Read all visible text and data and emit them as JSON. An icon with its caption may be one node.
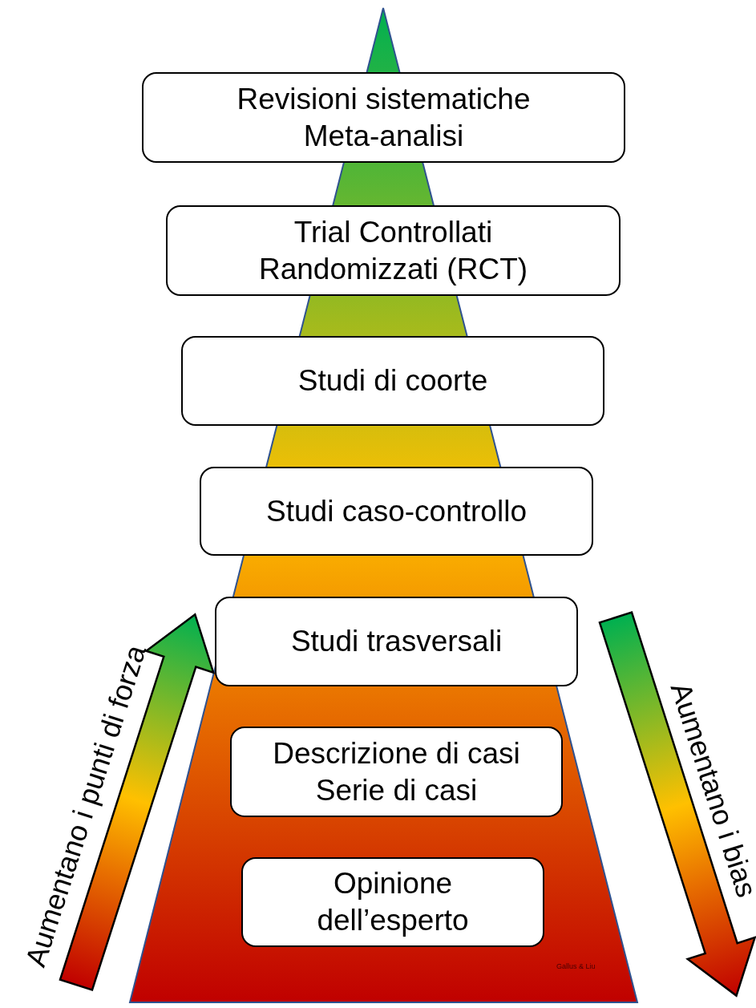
{
  "diagram": {
    "nodes": [
      {
        "text": [
          "Revisioni sistematiche",
          "Meta-analisi"
        ]
      },
      {
        "text": [
          "Trial Controllati Randomizzati (RCT)"
        ]
      },
      {
        "text": [
          "Studi di coorte"
        ]
      },
      {
        "text": [
          "Studi caso-controllo"
        ]
      },
      {
        "text": [
          "Studi trasversali"
        ]
      },
      {
        "text": [
          "Descrizione di casi",
          "Serie di casi"
        ]
      },
      {
        "text": [
          "Opinione dell’esperto"
        ]
      }
    ],
    "labels": [
      "Aumentano i punti di forza",
      "Aumentano i bias",
      "Gallus & Liu"
    ]
  }
}
